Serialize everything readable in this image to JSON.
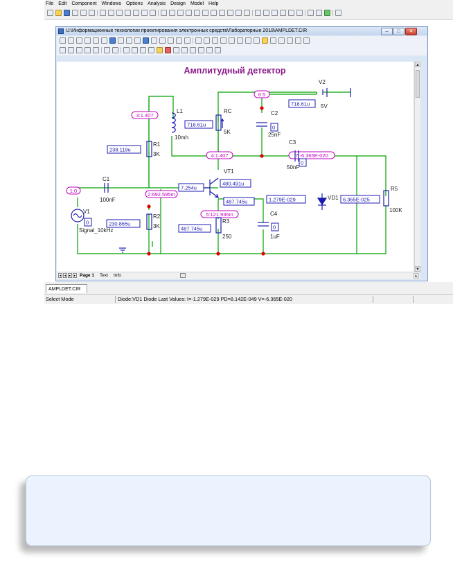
{
  "menu": [
    "File",
    "Edit",
    "Component",
    "Windows",
    "Options",
    "Analysis",
    "Design",
    "Model",
    "Help"
  ],
  "window": {
    "title": "U:\\Информационные технологии проектирования электронных средств\\Лабораторные 2018\\AMPLDET.CIR",
    "minimize": "–",
    "maximize": "□",
    "close": "✕"
  },
  "schematic": {
    "title": "Амплитудный детектор",
    "nodes": {
      "n1": "1:0",
      "n2": "2:692.595m",
      "n3": "3:1.407",
      "n4": "4:1.407",
      "n5": "5:121.936m",
      "n6": "6:5",
      "n7": "7:-6.365E-020"
    },
    "current_labels": {
      "rc": "718.61u",
      "v2": "718.61u",
      "r1": "238.119u",
      "r2": "230.865u",
      "base": "7.254u",
      "collector": "480.491u",
      "emitter": "487.745u",
      "r3": "487.745u",
      "vd1": "1.279E-029",
      "r5": "6.365E-025",
      "c2": "0",
      "c3": "0",
      "c4": "0",
      "v1": "0"
    },
    "components": {
      "l1": "L1",
      "l1_val": "10mh",
      "rc": "RC",
      "rc_val": "5K",
      "c2": "C2",
      "c2_val": "25nF",
      "v2": "V2",
      "v2_val": "5V",
      "r1": "R1",
      "r1_val": "3K",
      "c3": "C3",
      "c3_val": "50nF",
      "vt1": "VT1",
      "c1": "C1",
      "c1_val": "100nF",
      "r2": "R2",
      "r2_val": "3K",
      "vd1": "VD1",
      "r5": "R5",
      "r5_val": "100K",
      "v1": "V1",
      "v1_val": "Signal_10kHz",
      "r3": "R3",
      "r3_val": "250",
      "c4": "C4",
      "c4_val": "1uF"
    }
  },
  "page_tabs": [
    "Page 1",
    "Text",
    "Info"
  ],
  "doc_tab": "AMPLDET.CIR",
  "status": {
    "mode": "Select Mode",
    "info": "Diode:VD1 Diode   Last Values: I=-1.279E-029 PD=8.142E-049 V=-6.365E-020"
  },
  "colors": {
    "wire": "#00a000",
    "component": "#1a1ab0",
    "node_label": "#c000c0",
    "junction": "#e00000",
    "title": "#8a1a8a",
    "bubble": "#ebf4fe"
  }
}
